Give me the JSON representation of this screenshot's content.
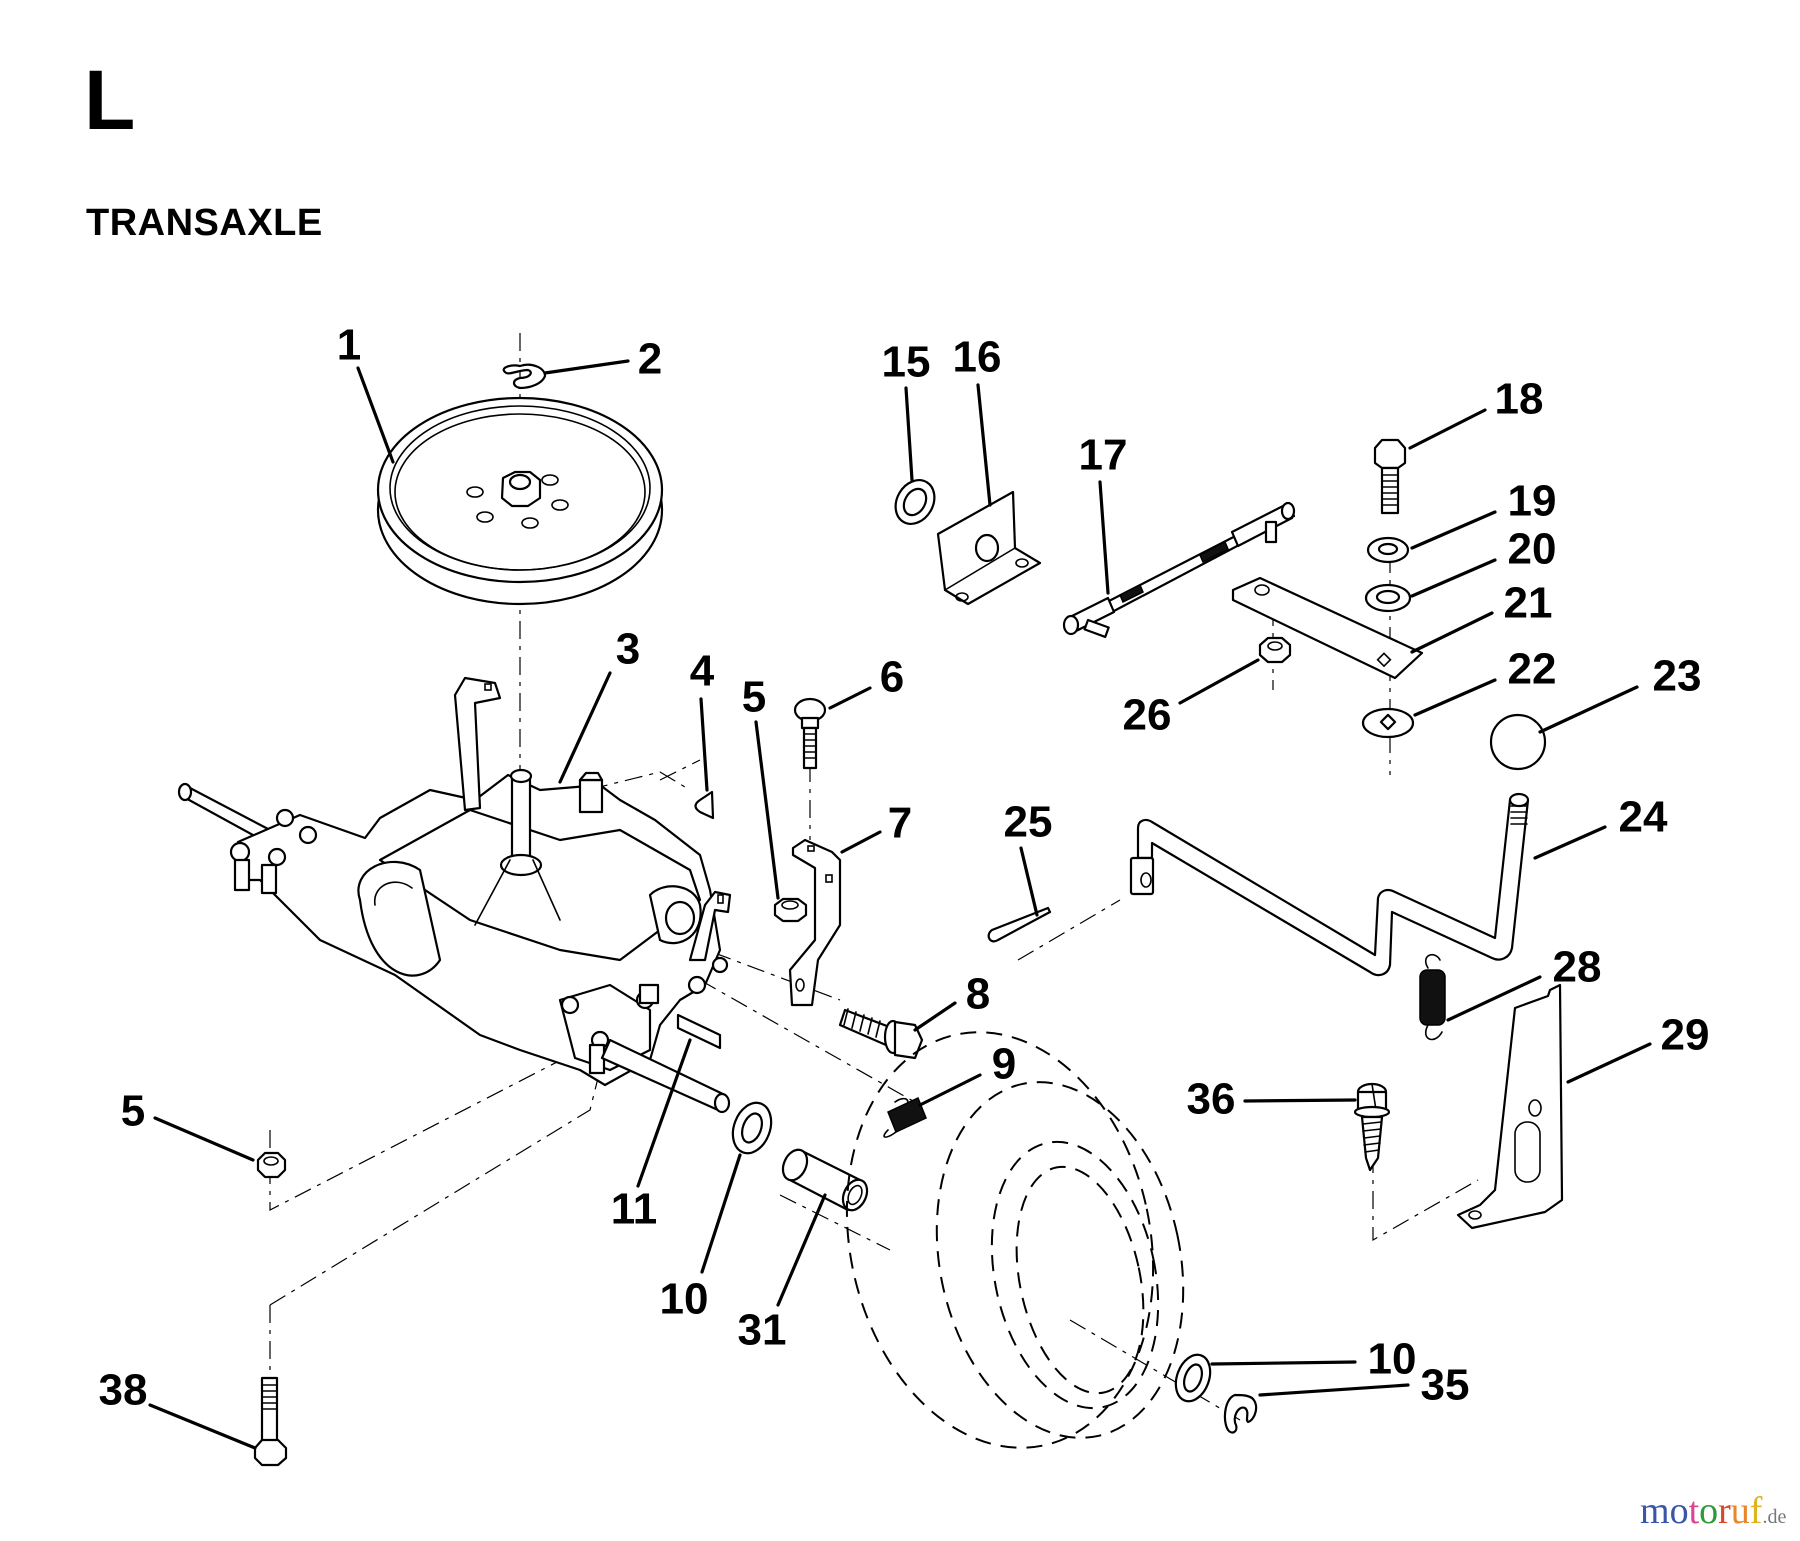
{
  "page": {
    "section_letter": "L",
    "section_title": "TRANSAXLE"
  },
  "diagram": {
    "type": "exploded-parts-diagram",
    "callouts": [
      {
        "id": "c1",
        "label": "1",
        "part": "pulley"
      },
      {
        "id": "c2",
        "label": "2",
        "part": "e-ring"
      },
      {
        "id": "c3",
        "label": "3",
        "part": "transaxle"
      },
      {
        "id": "c4",
        "label": "4",
        "part": "woodruff key"
      },
      {
        "id": "c5a",
        "label": "5",
        "part": "nut"
      },
      {
        "id": "c6",
        "label": "6",
        "part": "carriage bolt"
      },
      {
        "id": "c7",
        "label": "7",
        "part": "bracket"
      },
      {
        "id": "c8",
        "label": "8",
        "part": "flange bolt"
      },
      {
        "id": "c9",
        "label": "9",
        "part": "spring"
      },
      {
        "id": "c10a",
        "label": "10",
        "part": "washer"
      },
      {
        "id": "c11",
        "label": "11",
        "part": "square key"
      },
      {
        "id": "c31",
        "label": "31",
        "part": "spacer"
      },
      {
        "id": "c5b",
        "label": "5",
        "part": "nut"
      },
      {
        "id": "c38",
        "label": "38",
        "part": "hex bolt"
      },
      {
        "id": "c15",
        "label": "15",
        "part": "washer"
      },
      {
        "id": "c16",
        "label": "16",
        "part": "angle bracket"
      },
      {
        "id": "c17",
        "label": "17",
        "part": "shift rod"
      },
      {
        "id": "c18",
        "label": "18",
        "part": "hex bolt"
      },
      {
        "id": "c19",
        "label": "19",
        "part": "lock washer"
      },
      {
        "id": "c20",
        "label": "20",
        "part": "flat washer"
      },
      {
        "id": "c21",
        "label": "21",
        "part": "shift arm"
      },
      {
        "id": "c22",
        "label": "22",
        "part": "square-hole washer"
      },
      {
        "id": "c23",
        "label": "23",
        "part": "knob"
      },
      {
        "id": "c26",
        "label": "26",
        "part": "nut"
      },
      {
        "id": "c24",
        "label": "24",
        "part": "shift lever"
      },
      {
        "id": "c25",
        "label": "25",
        "part": "cotter pin"
      },
      {
        "id": "c28",
        "label": "28",
        "part": "extension spring"
      },
      {
        "id": "c29",
        "label": "29",
        "part": "lever bracket"
      },
      {
        "id": "c36",
        "label": "36",
        "part": "screw"
      },
      {
        "id": "c10b",
        "label": "10",
        "part": "washer"
      },
      {
        "id": "c35",
        "label": "35",
        "part": "e-ring"
      }
    ]
  },
  "watermark": {
    "letters": [
      {
        "char": "m",
        "color": "#3a56a8"
      },
      {
        "char": "o",
        "color": "#3a56a8"
      },
      {
        "char": "t",
        "color": "#d9458f"
      },
      {
        "char": "o",
        "color": "#2f9a3a"
      },
      {
        "char": "r",
        "color": "#d9472b"
      },
      {
        "char": "u",
        "color": "#e8862a"
      },
      {
        "char": "f",
        "color": "#e0b31c"
      }
    ],
    "suffix": ".de"
  }
}
